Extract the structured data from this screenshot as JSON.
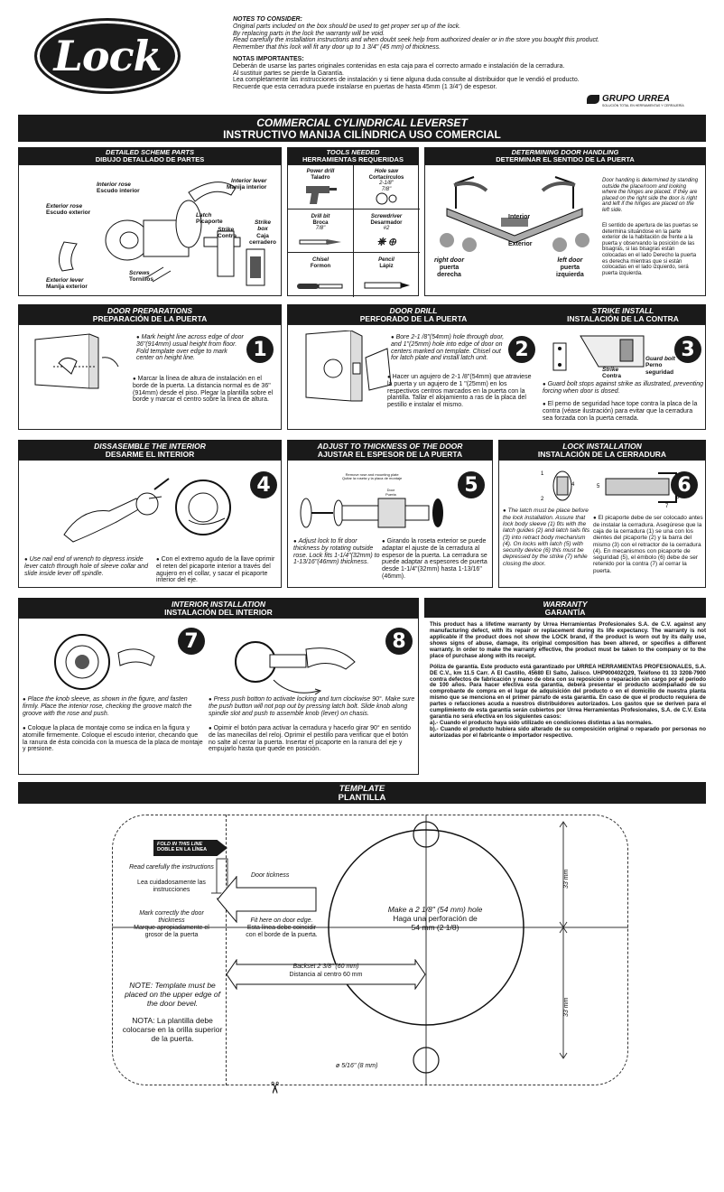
{
  "brand": {
    "logo": "Lock",
    "grupo": "GRUPO URREA",
    "grupo_sub": "SOLUCIÓN TOTAL EN HERRAMIENTAS Y CERRAJERÍA"
  },
  "notes_en": {
    "title": "NOTES TO CONSIDER:",
    "lines": [
      "Original parts included on the box should be used to get proper set up of the lock.",
      "By replacing parts in the lock the warranty will be void.",
      "Read carefully the installation instructions and when doubt seek help from authorized dealer or in the store you bought this product.",
      "Remember that this lock will fit any door up to 1 3/4\" (45 mm) of thickness."
    ]
  },
  "notes_es": {
    "title": "NOTAS IMPORTANTES:",
    "lines": [
      "Deberán de usarse las partes originales contenidas en esta caja para el correcto armado e instalación de la cerradura.",
      "Al sustituir partes se pierde la Garantía.",
      "Lea completamente las instrucciones de instalación y si tiene alguna duda consulte al distribuidor que le vendió el producto.",
      "Recuerde que esta cerradura puede instalarse en puertas de hasta 45mm (1 3/4\") de espesor."
    ]
  },
  "main_title": {
    "en": "COMMERCIAL CYLINDRICAL LEVERSET",
    "es": "INSTRUCTIVO  MANIJA CILÍNDRICA USO COMERCIAL"
  },
  "parts": {
    "h1": "DETAILED SCHEME PARTS",
    "h2": "DIBUJO DETALLADO DE PARTES",
    "interior_lever": "Interior lever",
    "interior_lever_es": "Manija interior",
    "interior_rose": "Interior rose",
    "interior_rose_es": "Escudo interior",
    "exterior_rose": "Exterior rose",
    "exterior_rose_es": "Escudo exterior",
    "latch": "Latch",
    "latch_es": "Picaporte",
    "strike": "Strike",
    "strike_es": "Contra",
    "strike_box": "Strike",
    "strike_box2": "box",
    "strike_box_es": "Caja",
    "strike_box_es2": "cerradero",
    "screws": "Screws",
    "screws_es": "Tornillos",
    "exterior_lever": "Exterior lever",
    "exterior_lever_es": "Manija exterior"
  },
  "tools": {
    "h1": "TOOLS NEEDED",
    "h2": "HERRAMIENTAS REQUERIDAS",
    "drill": "Power drill",
    "drill_es": "Taladro",
    "holesaw": "Hole saw",
    "holesaw_es": "Cortacírculos",
    "holesaw_s1": "2-1/8\"",
    "holesaw_s2": "7/8\"",
    "bit": "Drill bit",
    "bit_es": "Broca",
    "bit_s": "7/8\"",
    "screwdriver": "Screwdriver",
    "screwdriver_es": "Desarmador",
    "screwdriver_s": "#2",
    "chisel": "Chisel",
    "chisel_es": "Formon",
    "pencil": "Pencil",
    "pencil_es": "Lápiz"
  },
  "handling": {
    "h1": "DETERMINING DOOR HANDLING",
    "h2": "DETERMINAR EL SENTIDO DE LA PUERTA",
    "interior": "Interior",
    "exterior": "Exterior",
    "right_door": "right door",
    "right_door_es1": "puerta",
    "right_door_es2": "derecha",
    "left_door": "left door",
    "left_door_es1": "puerta",
    "left_door_es2": "izquierda",
    "text_en": "Door handing is determined by standing outside the place/room and looking where the hinges are placed. If they are placed on the right side the door is right and left if the hinges are placed on the left side.",
    "text_es": "El sentido de apertura de las puertas se determina situándose en la parte exterior de la habitación de frente a la puerta y observando la posición de las bisagras, si las bisagras están colocadas en el lado Derecho la puerta es derecha mientras que si están colocadas en el lado izquierdo, será puerta izquierda."
  },
  "step1": {
    "h1": "DOOR PREPARATIONS",
    "h2": "PREPARACIÓN DE LA PUERTA",
    "n": "1",
    "en": "Mark height line across edge of door 36\"(914mm) usual height from floor. Fold template over edge to mark center on height line.",
    "es": "Marcar la línea de altura de instalación en el borde de la puerta. La distancia normal es de 36\"(914mm) desde el piso. Plegar la plantilla sobre el borde y marcar el centro sobre la línea de altura."
  },
  "step2": {
    "h1": "DOOR DRILL",
    "h2": "PERFORADO DE LA PUERTA",
    "n": "2",
    "en": "Bore 2-1 /8\"(54mm) hole through door, and 1\"(25mm) hole into edge of door on centers marked on template. Chisel out for latch plate and install latch unit.",
    "es": "Hacer un agujero de 2-1 /8\"(54mm) que atraviese la puerta y un agujero de 1 \"(25mm) en los respectivos centros marcados en la puerta con la plantilla. Tallar el alojamiento a ras de la placa del pestillo e instalar el mismo."
  },
  "step3": {
    "h1": "STRIKE INSTALL",
    "h2": "INSTALACIÓN DE LA CONTRA",
    "n": "3",
    "guard": "Guard bolt",
    "perno": "Perno",
    "seguridad": "seguridad",
    "strike": "Strike",
    "contra": "Contra",
    "en": "Guard bolt stops against strike as illustrated, preventing forcing when door is dosed.",
    "es": "El perno de seguridad hace tope contra la placa de la contra (véase ilustración) para evitar que la cerradura sea forzada con la puerta cerrada."
  },
  "step4": {
    "h1": "DISSASEMBLE THE INTERIOR",
    "h2": "DESARME EL INTERIOR",
    "n": "4",
    "en": "Use nail end of wrench to depress inside lever catch through hole of sleeve collar and slide inside lever off spindle.",
    "es": "Con el extremo agudo de la llave oprimir el reten del picaporte interior a través del  agujero en el collar, y sacar el picaporte interior del eje."
  },
  "step5": {
    "h1": "ADJUST TO THICKNESS OF THE DOOR",
    "h2": "AJUSTAR EL ESPESOR DE LA PUERTA",
    "n": "5",
    "diag1": "Remove rose and mounting plate",
    "diag2": "Quitar la roseta y la placa de montaje",
    "diag3": "Door",
    "diag4": "Puerta",
    "en": "Adjust lock to fit door thickness by rotating outside rose. Lock fits 1-1/4\"(32mm) to 1-13/16\"(46mm) thickness.",
    "es": "Girando la roseta exterior se puede adaptar el ajuste de la cerradura al espesor de la puerta. La cerradura se puede adaptar a espesores de puerta desde 1-1/4\"(32mm) hasta 1-13/16\"(46mm)."
  },
  "step6": {
    "h1": "LOCK INSTALLATION",
    "h2": "INSTALACIÓN DE LA CERRADURA",
    "n": "6",
    "en": "The latch must be place before the lock installation. Assure that lock body sleeve (1) fits with the latch guides (2) and latch tails fits (3) into retract body mechanism (4). On locks with latch (5) with security device (6) this must be depressed by the strike (7) while closing the door.",
    "es": "El picaporte debe de ser colocado antes de instalar la cerradura. Asegúrese que la caja de la cerradura (1) se una con los dientes del picaporte (2) y la barra del mismo (3) con el retractor de la cerradura (4). En mecanismos con picaporte de seguridad (5), el émbolo (6) debe de ser retenido por la contra (7) al cerrar la puerta."
  },
  "step7": {
    "h1": "INTERIOR INSTALLATION",
    "h2": "INSTALACIÓN DEL INTERIOR",
    "n": "7",
    "en": "Place the knob sleeve, as shown in the figure, and fasten firmly. Place the interior rose, checking the groove match the groove with the rose and push.",
    "es": "Coloque la placa de montaje como se indica en la figura y atornille firmemente. Coloque el escudo interior, checando que la ranura de ésta coincida con la muesca de la placa de montaje y presione."
  },
  "step8": {
    "n": "8",
    "en": "Press push botton to activate locking and turn clockwise 90°. Make sure the push button will not pop out by pressing latch bolt. Slide knob along spindle slot and push to assemble knob (lever) on chasis.",
    "es": "Opimir el botón para activar la cerradura y hacerlo girar 90° en sentido de las manecillas del reloj. Oprimir el pestillo para verificar que el botón no salte al cerrar la puerta. Insertar el picaporte en la ranura del eje y empujarlo hasta que quede en posición."
  },
  "warranty": {
    "h1": "WARRANTY",
    "h2": "GARANTÍA",
    "en": "This product has a lifetime warranty by Urrea Herramientas Profesionales S.A. de C.V. against any manufacturing defect, with its repair or replacement during its life expectancy. The warranty is not applicable if the product does not show the LOCK brand, if the product is worn out by its daily use, shows signs of abuse, damage, its original composition has been altered, or specifies a different warranty. In order to make the warranty effective, the product must be taken to the company or to the place of purchase along with its receipt.",
    "es": "Póliza de garantía. Este producto está garantizado por URREA HERRAMIENTAS PROFESIONALES, S.A. DE C.V., km 11.5 Carr. A El Castillo, 45680 El Salto, Jalisco. UHP900402Q29, Teléfono 01 33 3208-7900 contra defectos de fabricación y mano de obra con su reposición o reparación sin cargo por el periodo de 100 años. Para hacer efectiva esta garantía, deberá presentar el producto acompañado de su comprobante de compra en el lugar de adquisición del producto o en el domicilio de nuestra planta mismo que se menciona en el primer párrafo de esta garantía. En caso de que el producto requiera de partes o refacciones acuda a nuestros distribuidores autorizados. Los gastos que se deriven para el cumplimiento de esta garantía serán cubiertos por Urrea Herramientas Profesionales, S.A. de C.V. Esta garantía no será efectiva en los siguientes casos:",
    "a": "a).- Cuando el producto haya sido utilizado en condiciones distintas a las normales.",
    "b": "b).- Cuando el producto hubiera sido alterado de su composición original o reparado por personas no autorizadas por el fabricante o importador respectivo."
  },
  "template": {
    "h1": "TEMPLATE",
    "h2": "PLANTILLA",
    "fold1": "FOLD IN THIS LINE",
    "fold2": "DOBLE EN LA LÍNEA",
    "read_en": "Read carefully the instructions",
    "read_es": "Lea cuidadosamente las instrucciones",
    "mark_en": "Mark correctly the door thickness",
    "mark_es": "Marque apropiadamente el grosor de la puerta",
    "door_thick": "Door tickness",
    "fit_en": "Fit here on door edge.",
    "fit_es": "Esta línea debe coincidir con el borde de la puerta.",
    "hole_en": "Make a 2 1/8\" (54 mm) hole",
    "hole_es1": "Haga una perforación de",
    "hole_es2": "54 mm (2 1/8)",
    "backset_en": "Backset 2 3/8\" (60 mm)",
    "backset_es": "Distancia al centro 60 mm",
    "dim": "33 mm",
    "note_en": "NOTE: Template must be placed on the upper edge of the door bevel.",
    "note_es": "NOTA: La plantilla debe colocarse en la orilla superior de la puerta.",
    "small_hole": "ø 5/16\" (8 mm)"
  }
}
